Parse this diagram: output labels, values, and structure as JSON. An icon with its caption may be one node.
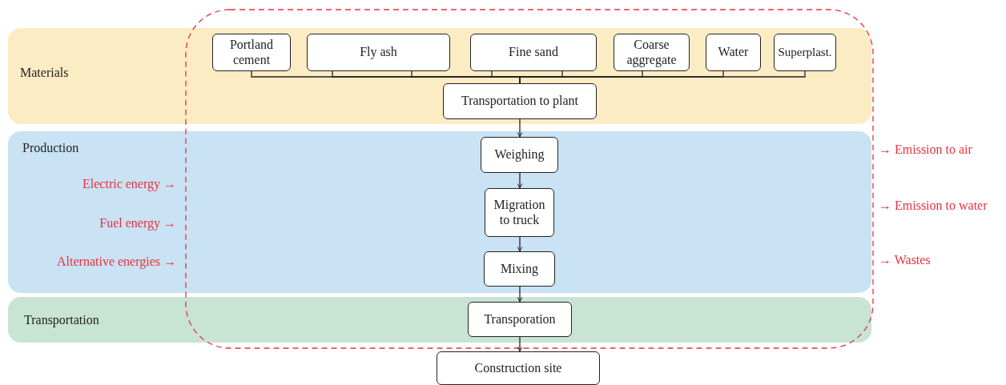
{
  "diagram": {
    "nodes": [
      {
        "text": [
          "Materials"
        ]
      },
      {
        "text": [
          "Portland cement"
        ],
        "in": 0
      },
      {
        "text": [
          "Fly ash"
        ],
        "in": 0
      },
      {
        "text": [
          "Fine sand"
        ],
        "in": 0
      },
      {
        "text": [
          "Coarse aggregate"
        ],
        "in": 0
      },
      {
        "text": [
          "Water"
        ],
        "in": 0
      },
      {
        "text": [
          "Superplast."
        ],
        "in": 0
      },
      {
        "text": [
          "Transportation to plant"
        ],
        "in": 0
      },
      {
        "text": [
          "Production"
        ]
      },
      {
        "text": [
          "Weighing"
        ],
        "in": 8
      },
      {
        "text": [
          "Migration to truck"
        ],
        "in": 8
      },
      {
        "text": [
          "Mixing"
        ],
        "in": 8
      },
      {
        "text": [
          "Transportation"
        ]
      },
      {
        "text": [
          "Transporation"
        ],
        "in": 12
      },
      {
        "text": [
          "Construction site"
        ]
      }
    ],
    "edges": [
      {
        "from": 1,
        "to": 7,
        "arrow": "none"
      },
      {
        "from": 2,
        "to": 7,
        "arrow": "none"
      },
      {
        "from": 2,
        "to": 7,
        "arrow": "none"
      },
      {
        "from": 3,
        "to": 7,
        "arrow": "none"
      },
      {
        "from": 3,
        "to": 7,
        "arrow": "none"
      },
      {
        "from": 4,
        "to": 7,
        "arrow": "none"
      },
      {
        "from": 5,
        "to": 7,
        "arrow": "none"
      },
      {
        "from": 6,
        "to": 7,
        "arrow": "none"
      },
      {
        "from": 7,
        "to": 9,
        "arrow": "to"
      },
      {
        "from": 9,
        "to": 10,
        "arrow": "to"
      },
      {
        "from": 10,
        "to": 11,
        "arrow": "to"
      },
      {
        "from": 11,
        "to": 13,
        "arrow": "to"
      },
      {
        "from": 13,
        "to": 14,
        "arrow": "to"
      }
    ],
    "labels": [
      "→ Emission to air",
      "Electric energy →",
      "→ Emission to water",
      "Fuel energy →",
      "Alternative energies →",
      "→ Wastes"
    ]
  }
}
